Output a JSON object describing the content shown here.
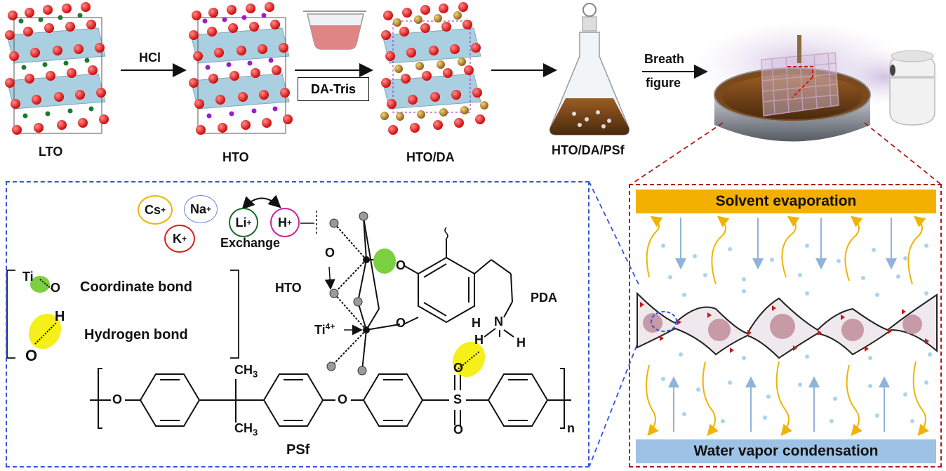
{
  "top": {
    "lto": "LTO",
    "hto": "HTO",
    "hto_da": "HTO/DA",
    "hto_da_psf": "HTO/DA/PSf",
    "hcl": "HCl",
    "da_tris": "DA-Tris",
    "breath_line1": "Breath",
    "breath_line2": "figure"
  },
  "bottom_left": {
    "cs": "Cs",
    "na": "Na",
    "k": "K",
    "li": "Li",
    "h": "H",
    "exchange": "Exchange",
    "ti": "Ti",
    "o_small": "O",
    "coordinate_bond": "Coordinate bond",
    "h_atom": "H",
    "o_atom": "O",
    "hydrogen_bond": "Hydrogen bond",
    "hto": "HTO",
    "o_above": "O",
    "ti4": "Ti",
    "ti4_charge": "4+",
    "pda": "PDA",
    "n": "N",
    "h1": "H",
    "h2": "H",
    "h3": "H",
    "ch3_top": "CH",
    "ch3_bottom": "CH",
    "three": "3",
    "o_link1": "O",
    "o_link2": "O",
    "s": "S",
    "o_s_top": "O",
    "o_s_bottom": "O",
    "subscript_n": "n",
    "psf": "PSf"
  },
  "right_panel": {
    "solvent": "Solvent evaporation",
    "water": "Water vapor condensation"
  },
  "colors": {
    "blue_dash": "#3355dd",
    "red_dash": "#b01818",
    "solvent_bar": "#f4b000",
    "water_bar": "#9ec1e6",
    "red_atom": "#e01a1a",
    "green_atom": "#1e7a2a",
    "purple_atom": "#9b1fc9",
    "gold_atom": "#b98b2a",
    "crystal_face": "#a9cfe0",
    "bond_green": "#7ad040",
    "bond_yellow": "#f5ef1a"
  }
}
